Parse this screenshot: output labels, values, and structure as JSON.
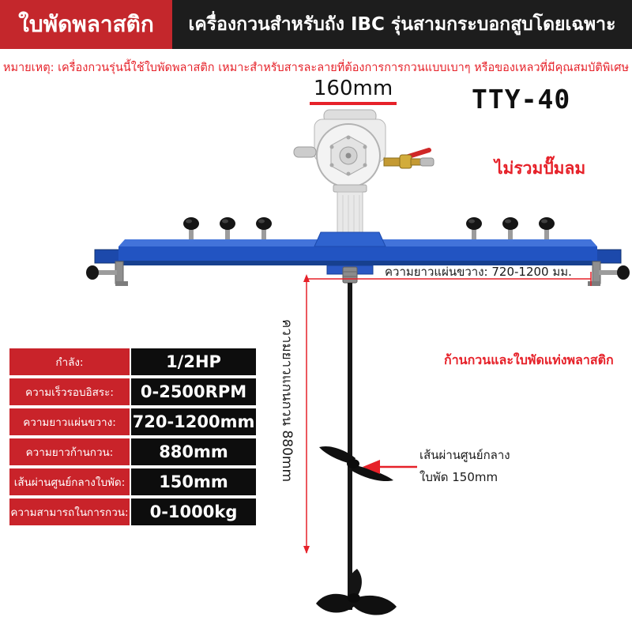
{
  "colors": {
    "badge_red": "#c4272c",
    "header_dark": "#1d1d1d",
    "beam_blue": "#2254c2",
    "annotation_red": "#e62129",
    "spec_label_red": "#c9232a",
    "spec_value_black": "#0d0d0d"
  },
  "header": {
    "badge": "ใบพัดพลาสติก",
    "title": "เครื่องกวนสำหรับถัง IBC รุ่นสามกระบอกสูบโดยเฉพาะ"
  },
  "note": "หมายเหตุ: เครื่องกวนรุ่นนี้ใช้ใบพัดพลาสติก เหมาะสำหรับสารละลายที่ต้องการการกวนแบบเบาๆ หรือของเหลวที่มีคุณสมบัติพิเศษ",
  "annotations": {
    "top_width": "160mm",
    "model": "TTY-40",
    "pump_not_included": "ไม่รวมปั๊มลม",
    "crossbar_length": "ความยาวแผ่นขวาง: 720-1200 มม.",
    "shaft_length": "ความยาวแกนกวน 880mm",
    "material": "ก้านกวนและใบพัดแท่งพลาสติก",
    "impeller_diameter_line1": "เส้นผ่านศูนย์กลาง",
    "impeller_diameter_line2": "ใบพัด 150mm"
  },
  "specs": {
    "rows": [
      {
        "label": "กำลัง:",
        "value": "1/2HP"
      },
      {
        "label": "ความเร็วรอบอิสระ:",
        "value": "0-2500RPM"
      },
      {
        "label": "ความยาวแผ่นขวาง:",
        "value": "720-1200mm"
      },
      {
        "label": "ความยาวก้านกวน:",
        "value": "880mm"
      },
      {
        "label": "เส้นผ่านศูนย์กลางใบพัด:",
        "value": "150mm"
      },
      {
        "label": "ความสามารถในการกวน:",
        "value": "0-1000kg"
      }
    ]
  }
}
